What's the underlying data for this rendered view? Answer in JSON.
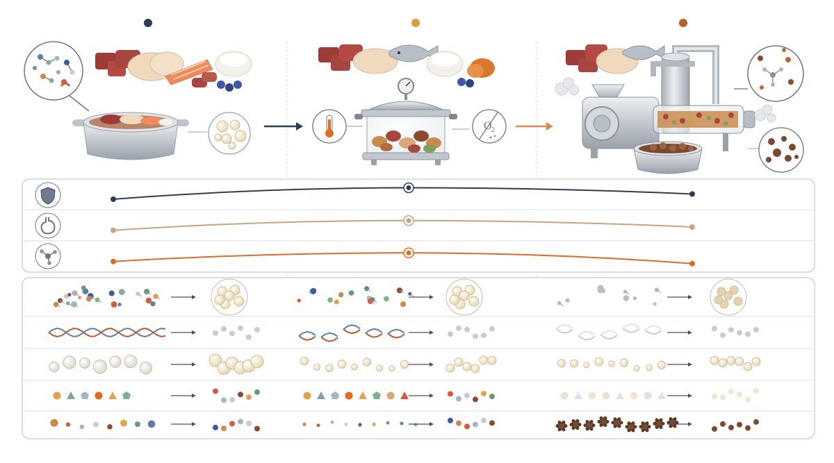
{
  "colors": {
    "navy": "#2e3c55",
    "tan": "#c9a27e",
    "gold": "#e29a3a",
    "orange": "#e06a1e",
    "rust": "#bf5b2a",
    "steel": "#b9bec5",
    "meat": "#a8453f",
    "chicken": "#f0d9bd",
    "salmon": "#f08a5a",
    "blueberry": "#3d5aa8",
    "rice": "#f4f1ea",
    "sweet_potato": "#d9772d",
    "border": "#cfd2d6",
    "divider": "#d9dcdf"
  },
  "stages": [
    {
      "id": "raw-cooking",
      "process_icon": "pot-icon",
      "condition_icon": null
    },
    {
      "id": "pressure-cooking",
      "process_icon": "pressure-cooker-icon",
      "condition_icon": "thermometer-icon",
      "secondary_icon": "oxygen-icon"
    },
    {
      "id": "extrusion",
      "process_icon": "extruder-machine-icon",
      "condition_icon": "steam-icon"
    }
  ],
  "metrics": [
    {
      "id": "safety",
      "icon": "shield-icon",
      "levels": [
        0.3,
        0.85,
        0.55
      ],
      "color_key": "navy"
    },
    {
      "id": "digestibility",
      "icon": "stomach-icon",
      "levels": [
        0.3,
        0.75,
        0.45
      ],
      "color_key": "tan"
    },
    {
      "id": "nutrient-structure",
      "icon": "molecule-icon",
      "levels": [
        0.3,
        0.7,
        0.2
      ],
      "color_key": "orange"
    }
  ],
  "nutrient_rows": [
    {
      "id": "amino-acids",
      "icon": "amino-acid-chain-icon"
    },
    {
      "id": "proteins",
      "icon": "protein-helix-icon"
    },
    {
      "id": "fats",
      "icon": "fat-globule-icon"
    },
    {
      "id": "vitamins",
      "icon": "vitamin-shape-icon"
    },
    {
      "id": "minerals",
      "icon": "mineral-particle-icon"
    }
  ]
}
